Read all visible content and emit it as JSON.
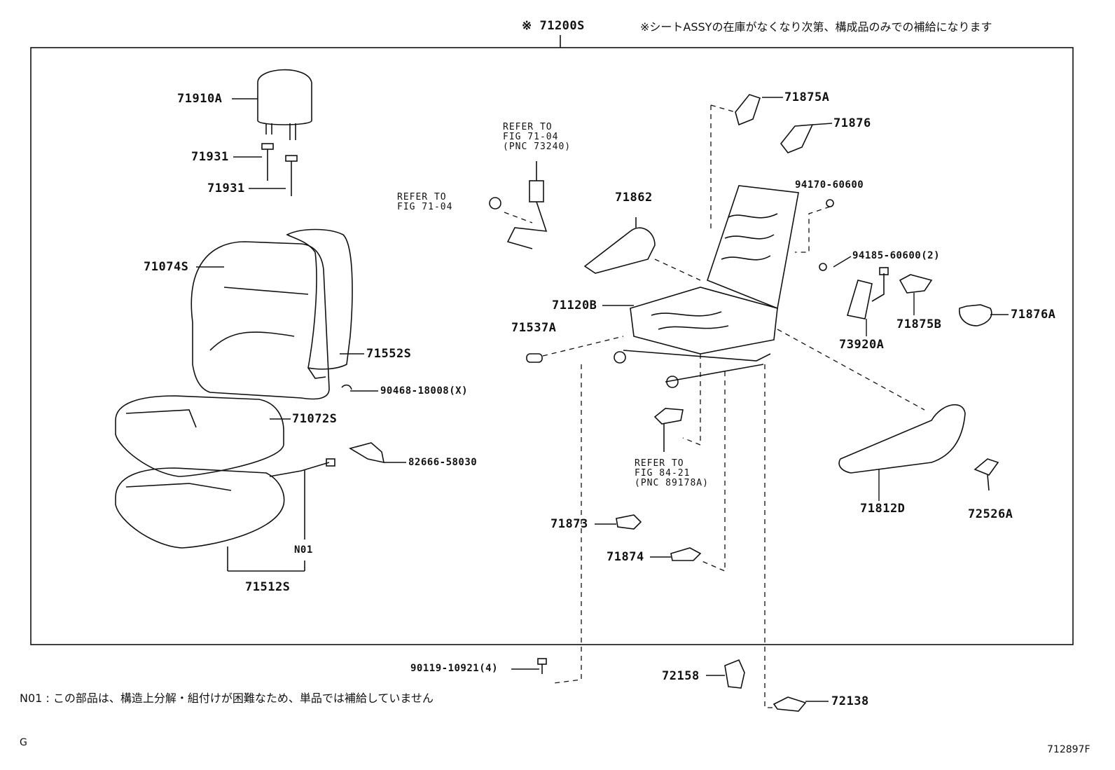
{
  "header": {
    "assy_label": "※ 71200S",
    "assy_note": "※シートASSYの在庫がなくなり次第、構成品のみでの補給になります"
  },
  "parts": {
    "p71910A": "71910A",
    "p71931a": "71931",
    "p71931b": "71931",
    "p71074S": "71074S",
    "p71552S": "71552S",
    "p90468": "90468-18008(X)",
    "p71072S": "71072S",
    "p82666": "82666-58030",
    "pN01": "N01",
    "p71512S": "71512S",
    "p71875A": "71875A",
    "p71876": "71876",
    "p94170": "94170-60600",
    "p94185": "94185-60600(2)",
    "p71862": "71862",
    "p71120B": "71120B",
    "p71537A": "71537A",
    "p73920A": "73920A",
    "p71875B": "71875B",
    "p71876A": "71876A",
    "p71812D": "71812D",
    "p72526A": "72526A",
    "p71873": "71873",
    "p71874": "71874",
    "p90119": "90119-10921(4)",
    "p72158": "72158",
    "p72138": "72138"
  },
  "refs": {
    "ref_belt": "REFER TO\nFIG 71-04\n(PNC 73240)",
    "ref_anchor": "REFER TO\nFIG 71-04",
    "ref_sensor": "REFER TO\nFIG 84-21\n(PNC 89178A)"
  },
  "footer": {
    "n01_note": "N01 : この部品は、構造上分解・組付けが困難なため、単品では補給していません",
    "corner_mark": "G",
    "figure_id": "712897F"
  }
}
